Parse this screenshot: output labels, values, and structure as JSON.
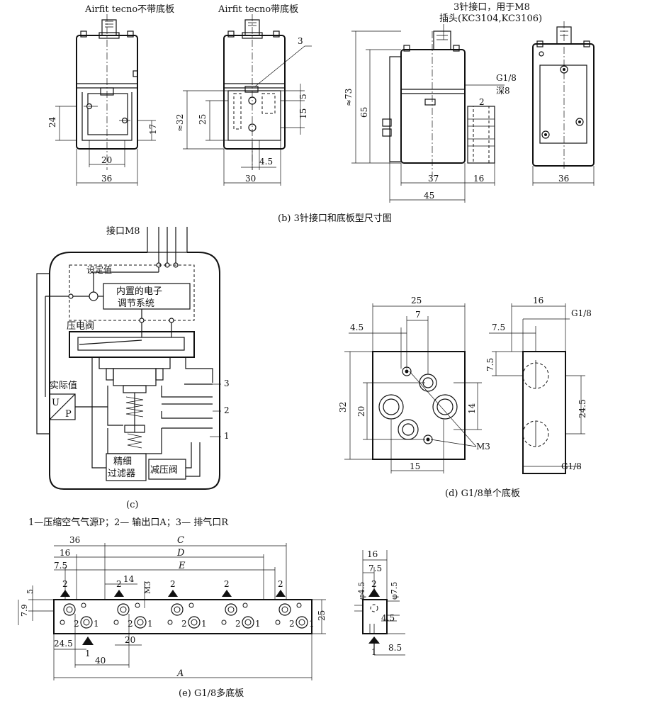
{
  "b": {
    "label_left": "Airfit tecno不带底板",
    "label_mid": "Airfit tecno带底板",
    "label_conn": "3针接口，用于M8",
    "label_plug": "插头(KC3104,KC3106)",
    "caption": "(b) 3针接口和底板型尺寸图",
    "dims": {
      "d24": "24",
      "d20": "20",
      "d36": "36",
      "d17": "17",
      "d32": "≈32",
      "d25": "25",
      "d5": "5",
      "d15": "15",
      "d45a": "4.5",
      "d30": "30",
      "d3": "3",
      "d73": "≈73",
      "d65": "65",
      "dg": "G1/8",
      "ddeep": "深8",
      "d2": "2",
      "d37": "37",
      "d16": "16",
      "d45": "45",
      "d36b": "36"
    }
  },
  "c": {
    "port": "接口M8",
    "setpoint": "设定值",
    "electronic1": "内置的电子",
    "electronic2": "调节系统",
    "piezo": "压电阀",
    "actual": "实际值",
    "u": "U",
    "p": "P",
    "filter1": "精细",
    "filter2": "过滤器",
    "reducer": "减压阀",
    "n1": "1",
    "n2": "2",
    "n3": "3",
    "caption": "(c)",
    "legend": "1—压缩空气气源P；2— 输出口A；3— 排气口R"
  },
  "d": {
    "caption": "(d) G1/8单个底板",
    "dims": {
      "d25": "25",
      "d7": "7",
      "d45": "4.5",
      "d32": "32",
      "d20": "20",
      "d14": "14",
      "d15": "15",
      "m3": "M3",
      "d16": "16",
      "g1": "G1/8",
      "d75a": "7.5",
      "d75b": "7.5",
      "d245": "24.5",
      "g2": "G1/8"
    }
  },
  "e": {
    "caption": "(e) G1/8多底板",
    "dims": {
      "d36": "36",
      "C": "C",
      "d16": "16",
      "D": "D",
      "d75": "7.5",
      "E": "E",
      "d5": "5",
      "d2": "2",
      "d14": "14",
      "m3": "M3",
      "d79": "7.9",
      "d25": "25",
      "d1": "1",
      "d245": "24.5",
      "d20": "20",
      "d40": "40",
      "A": "A",
      "s16": "16",
      "s75": "7.5",
      "sd45": "φ4.5",
      "sd75": "φ7.5",
      "s2": "2",
      "s45": "4.5",
      "s1": "1",
      "s85": "8.5"
    }
  }
}
